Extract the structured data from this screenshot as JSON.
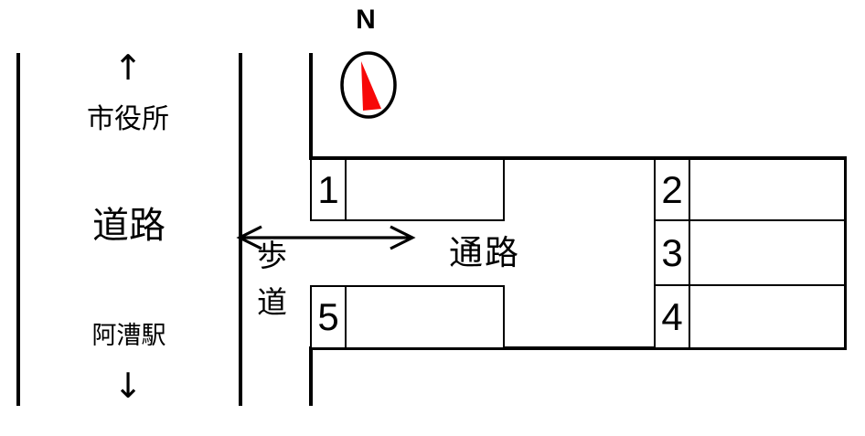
{
  "compass": {
    "north_label": "N"
  },
  "surroundings": {
    "city_hall_arrow": "↑",
    "city_hall": "市役所",
    "road": "道路",
    "station": "阿漕駅",
    "station_arrow": "↓"
  },
  "sidewalk": {
    "label_char_1": "歩",
    "label_char_2": "道"
  },
  "aisle": {
    "label": "通路"
  },
  "parking_spaces": [
    {
      "number": "1"
    },
    {
      "number": "2"
    },
    {
      "number": "3"
    },
    {
      "number": "4"
    },
    {
      "number": "5"
    }
  ],
  "colors": {
    "ink": "#000000",
    "compass_needle": "#f70808"
  }
}
